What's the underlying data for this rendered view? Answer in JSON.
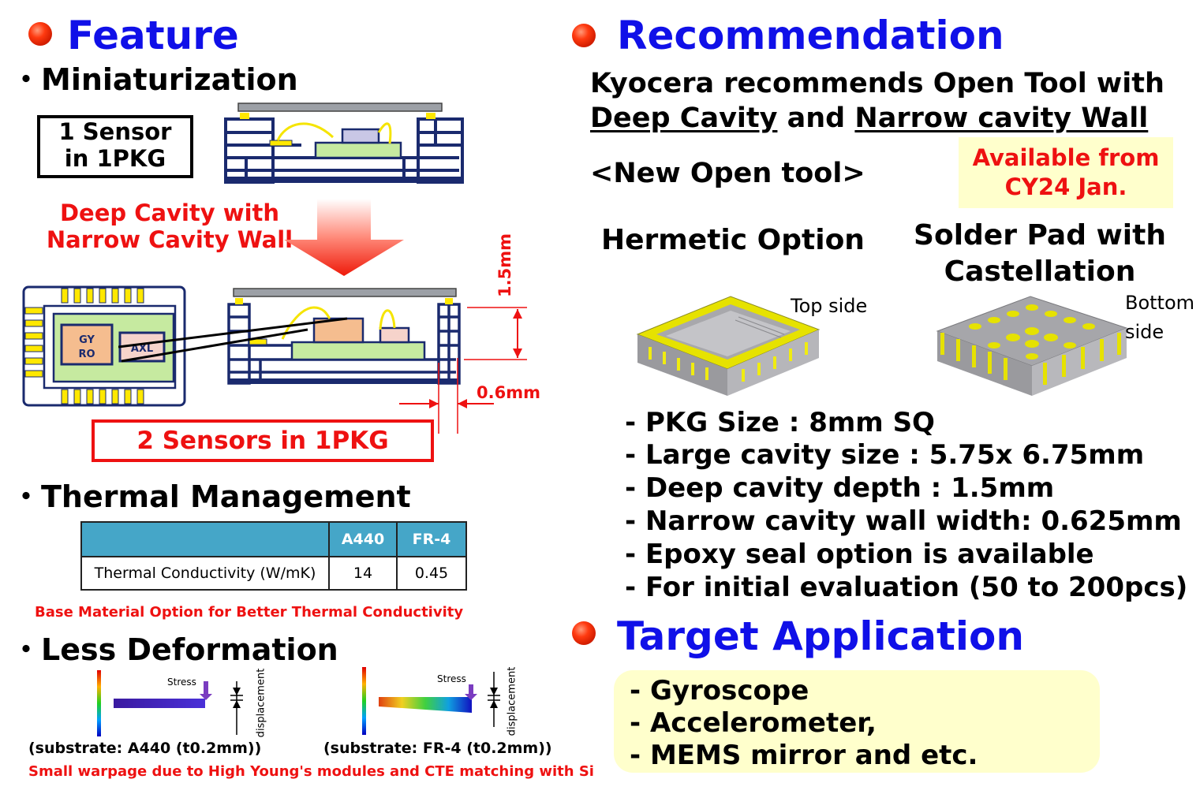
{
  "feature": {
    "title": "Feature",
    "miniaturization": "・Miniaturization",
    "one_sensor_line1": "1 Sensor",
    "one_sensor_line2": "in 1PKG",
    "deep_cavity_line1": "Deep Cavity with",
    "deep_cavity_line2": "Narrow Cavity Wall",
    "gyro_line1": "GY",
    "gyro_line2": "RO",
    "axl": "AXL",
    "dim_height": "1.5mm",
    "dim_wall": "0.6mm",
    "two_sensors": "2 Sensors in 1PKG",
    "thermal_title": "・Thermal Management",
    "thermal_table": {
      "headers": [
        "",
        "A440",
        "FR-4"
      ],
      "row": [
        "Thermal Conductivity (W/mK)",
        "14",
        "0.45"
      ]
    },
    "thermal_note": "Base Material Option for Better Thermal Conductivity",
    "deformation_title": "・Less Deformation",
    "stress_label": "Stress",
    "displacement_label": "displacement",
    "substrate_a440": "(substrate: A440 (t0.2mm))",
    "substrate_fr4": "(substrate: FR-4 (t0.2mm))",
    "deformation_note": "Small warpage due to High Young's modules and CTE matching with Si"
  },
  "recommendation": {
    "title": "Recommendation",
    "line1": "Kyocera recommends Open Tool with",
    "deep_cavity": "Deep Cavity",
    "and": "and",
    "narrow_wall": "Narrow cavity Wall",
    "new_tool": "<New Open tool>",
    "available_line1": "Available from",
    "available_line2": "CY24 Jan.",
    "hermetic": "Hermetic Option",
    "solder_line1": "Solder Pad with",
    "solder_line2": "Castellation",
    "top_side": "Top side",
    "bottom_line1": "Bottom",
    "bottom_line2": "side",
    "specs": [
      "- PKG Size : 8mm SQ",
      "- Large cavity size : 5.75x 6.75mm",
      "- Deep cavity depth : 1.5mm",
      "- Narrow cavity wall width: 0.625mm",
      "- Epoxy seal option is available",
      "- For initial evaluation (50 to 200pcs)"
    ]
  },
  "target": {
    "title": "Target Application",
    "items": [
      "- Gyroscope",
      "- Accelerometer,",
      "- MEMS mirror and etc."
    ]
  },
  "colors": {
    "heading_blue": "#1010e8",
    "red": "#ee1111",
    "navy": "#1a2a6e",
    "table_header": "#45a6c8",
    "highlight": "#ffffcc"
  }
}
